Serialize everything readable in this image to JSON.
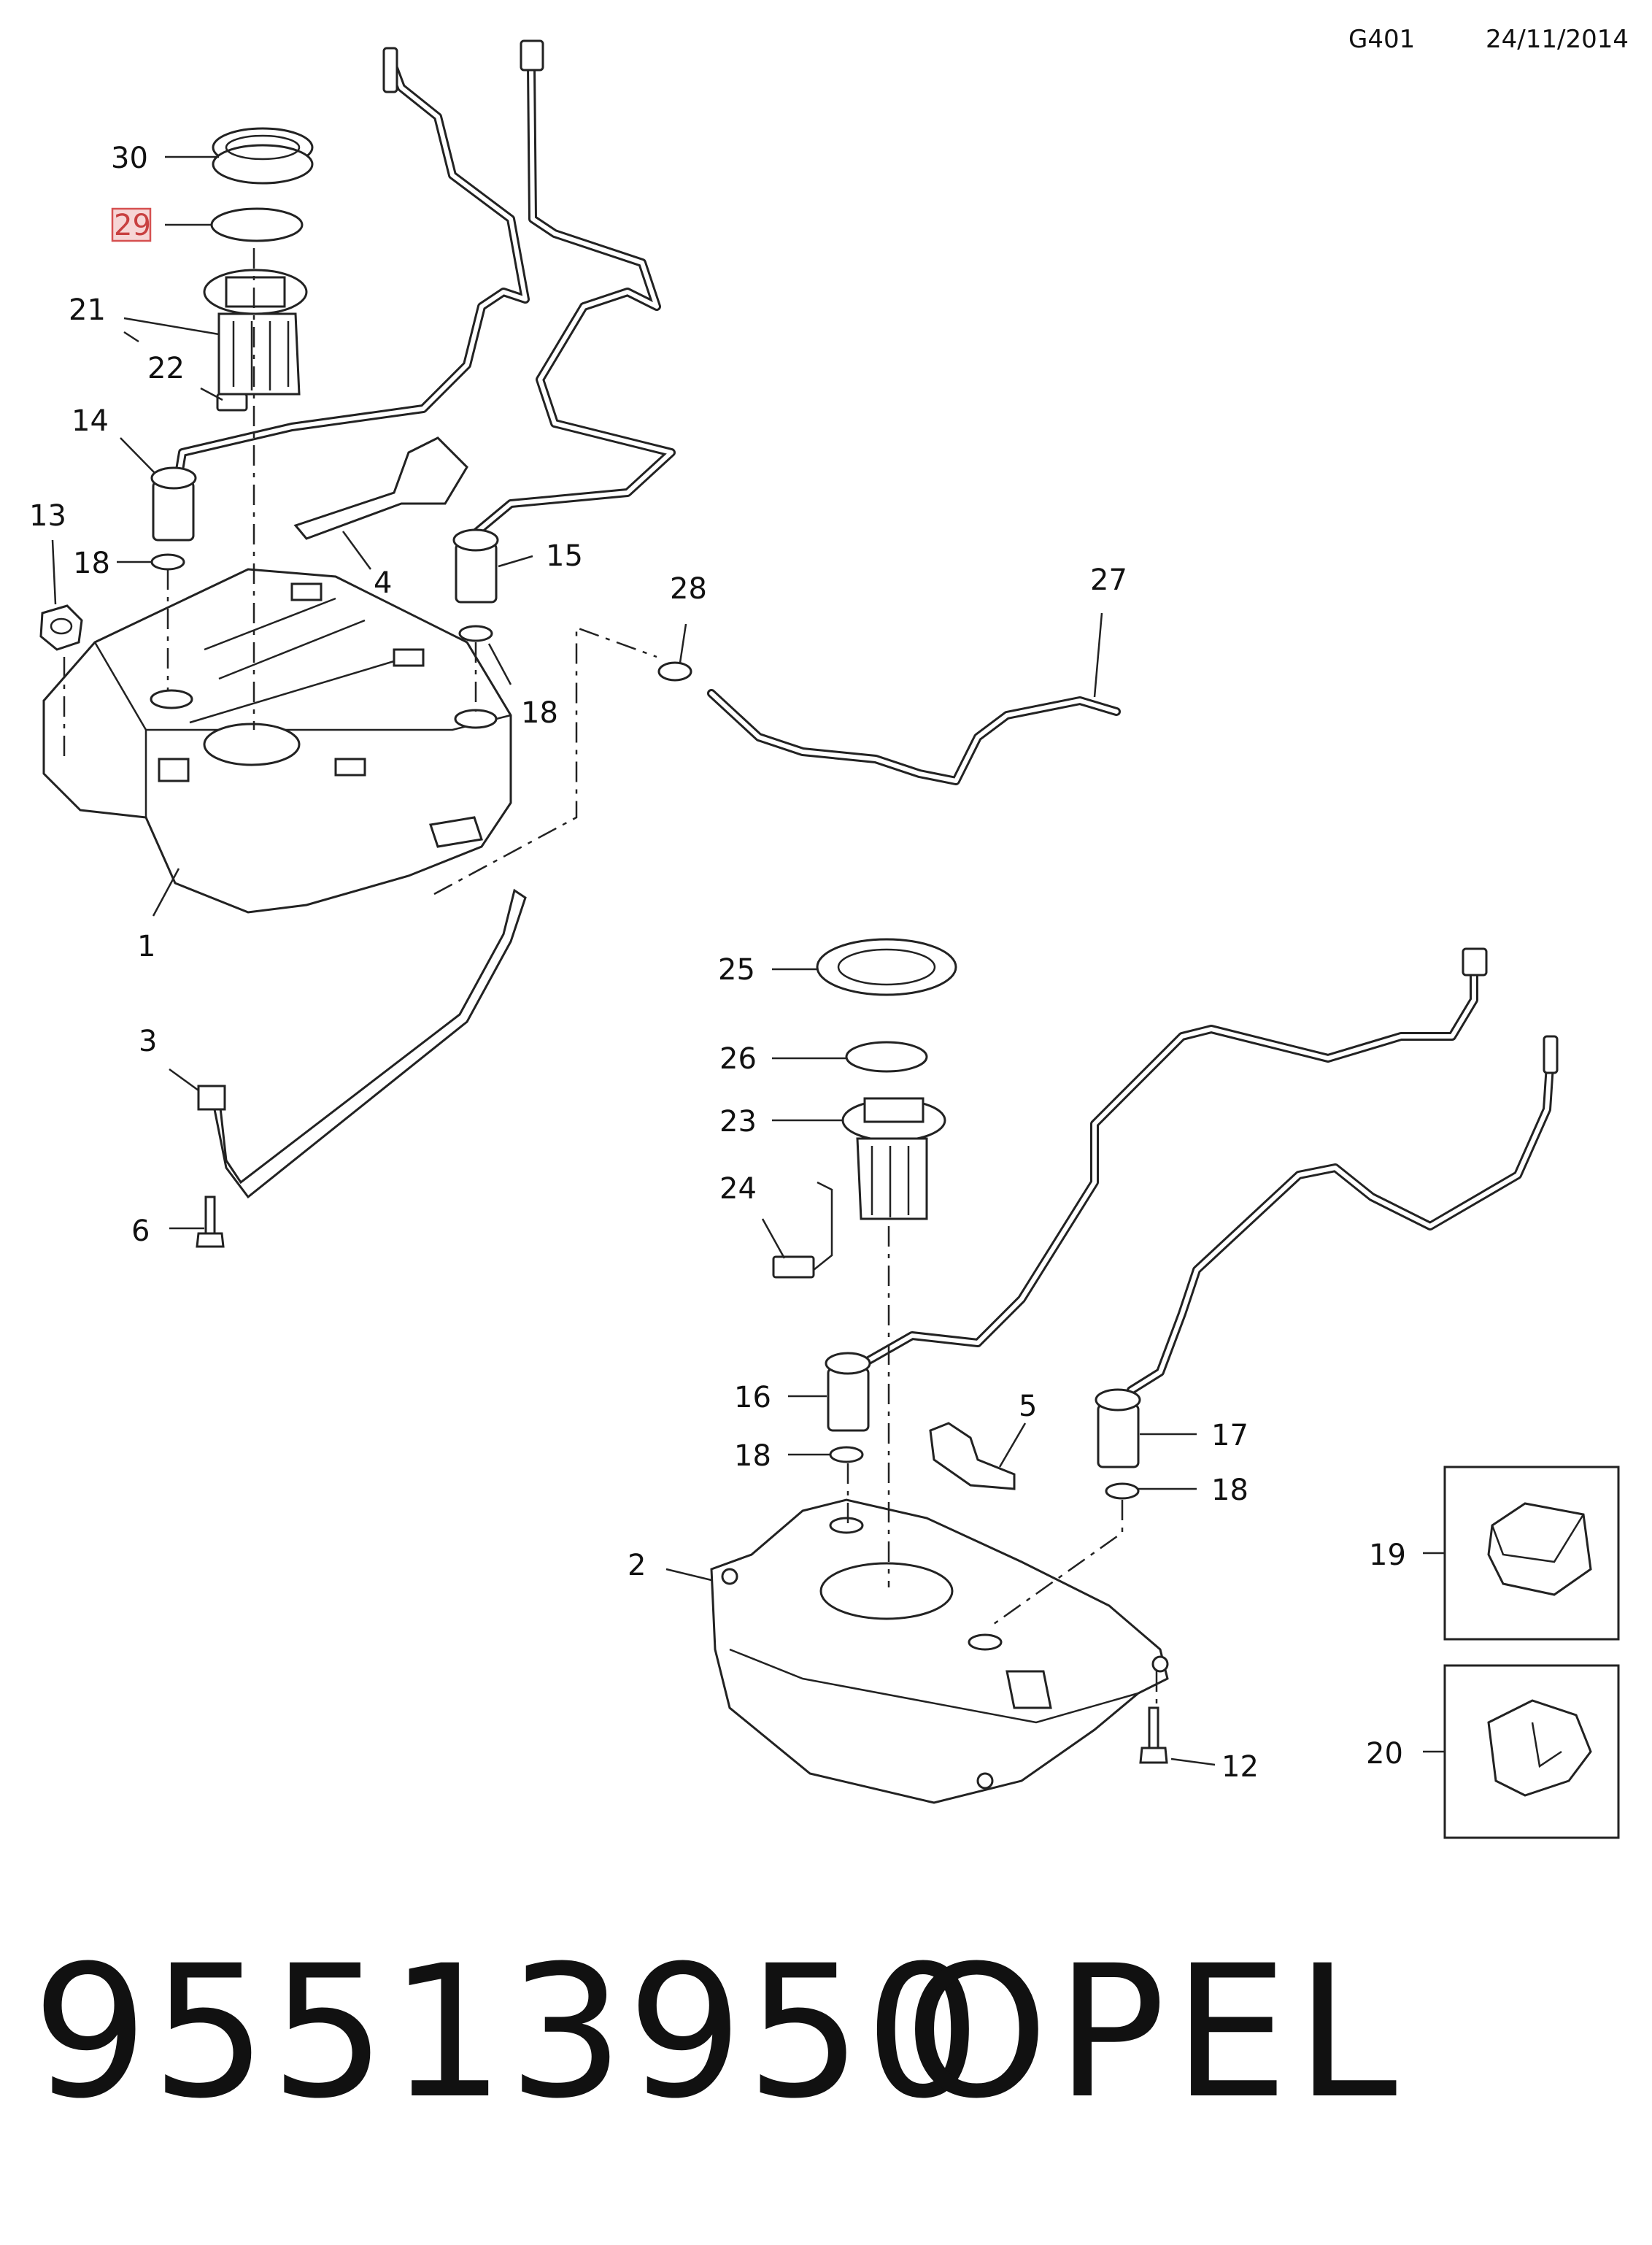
{
  "header": {
    "code": "G401",
    "date": "24/11/2014"
  },
  "callouts": {
    "c1": "1",
    "c2": "2",
    "c3": "3",
    "c4": "4",
    "c5": "5",
    "c6": "6",
    "c12": "12",
    "c13": "13",
    "c14": "14",
    "c15": "15",
    "c16": "16",
    "c17": "17",
    "c18a": "18",
    "c18b": "18",
    "c18c": "18",
    "c18d": "18",
    "c19": "19",
    "c20": "20",
    "c21": "21",
    "c22": "22",
    "c23": "23",
    "c24": "24",
    "c25": "25",
    "c26": "26",
    "c27": "27",
    "c28": "28",
    "c29": "29",
    "c30": "30"
  },
  "highlighted_callout": "29",
  "footer": {
    "part_number": "95513950",
    "brand": "OPEL"
  }
}
